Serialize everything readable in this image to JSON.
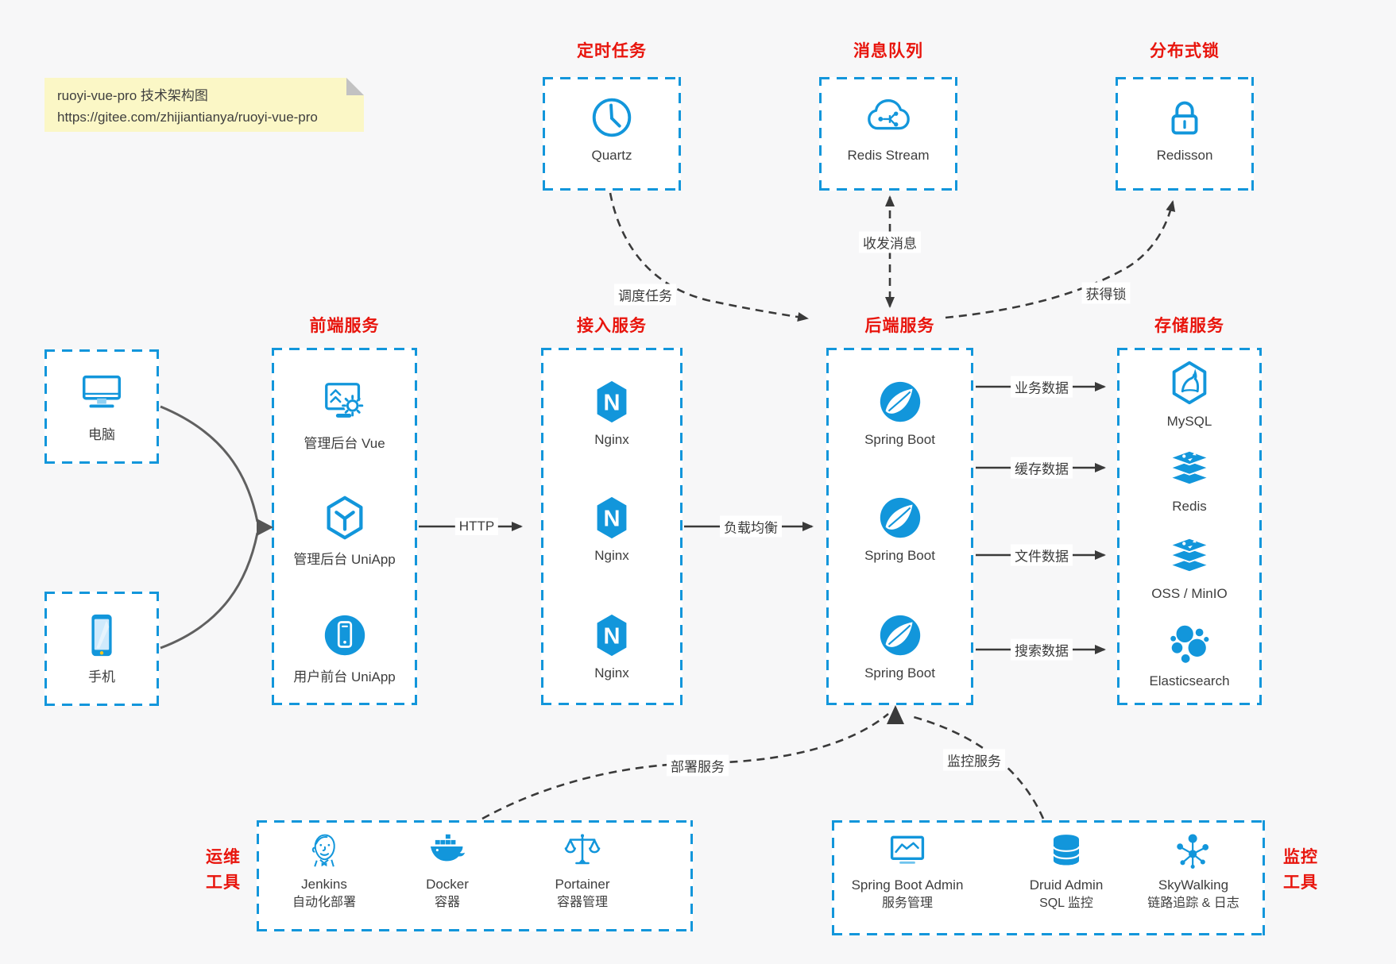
{
  "note": {
    "line1": "ruoyi-vue-pro 技术架构图",
    "line2": "https://gitee.com/zhijiantianya/ruoyi-vue-pro"
  },
  "clients": [
    {
      "label": "电脑",
      "icon": "desktop-icon"
    },
    {
      "label": "手机",
      "icon": "smartphone-icon"
    }
  ],
  "top_groups": [
    {
      "title": "定时任务",
      "label": "Quartz",
      "icon": "clock-icon"
    },
    {
      "title": "消息队列",
      "label": "Redis Stream",
      "icon": "cloud-stream-icon"
    },
    {
      "title": "分布式锁",
      "label": "Redisson",
      "icon": "lock-icon"
    }
  ],
  "columns": [
    {
      "title": "前端服务",
      "items": [
        {
          "label": "管理后台 Vue",
          "icon": "admin-vue-icon"
        },
        {
          "label": "管理后台 UniApp",
          "icon": "uniapp-cube-icon"
        },
        {
          "label": "用户前台 UniApp",
          "icon": "user-app-icon"
        }
      ]
    },
    {
      "title": "接入服务",
      "items": [
        {
          "label": "Nginx",
          "icon": "nginx-icon"
        },
        {
          "label": "Nginx",
          "icon": "nginx-icon"
        },
        {
          "label": "Nginx",
          "icon": "nginx-icon"
        }
      ]
    },
    {
      "title": "后端服务",
      "items": [
        {
          "label": "Spring Boot",
          "icon": "spring-boot-icon"
        },
        {
          "label": "Spring Boot",
          "icon": "spring-boot-icon"
        },
        {
          "label": "Spring Boot",
          "icon": "spring-boot-icon"
        }
      ]
    },
    {
      "title": "存储服务",
      "items": [
        {
          "label": "MySQL",
          "icon": "mysql-icon"
        },
        {
          "label": "Redis",
          "icon": "redis-stack-icon"
        },
        {
          "label": "OSS / MinIO",
          "icon": "redis-stack-icon"
        },
        {
          "label": "Elasticsearch",
          "icon": "elasticsearch-icon"
        }
      ]
    }
  ],
  "bottom_groups": [
    {
      "side_line1": "运维",
      "side_line2": "工具",
      "items": [
        {
          "name": "Jenkins",
          "sub": "自动化部署",
          "icon": "jenkins-icon"
        },
        {
          "name": "Docker",
          "sub": "容器",
          "icon": "docker-whale-icon"
        },
        {
          "name": "Portainer",
          "sub": "容器管理",
          "icon": "scales-icon"
        }
      ]
    },
    {
      "side_line1": "监控",
      "side_line2": "工具",
      "items": [
        {
          "name": "Spring Boot Admin",
          "sub": "服务管理",
          "icon": "monitor-chart-icon"
        },
        {
          "name": "Druid Admin",
          "sub": "SQL 监控",
          "icon": "database-icon"
        },
        {
          "name": "SkyWalking",
          "sub": "链路追踪 & 日志",
          "icon": "topology-icon"
        }
      ]
    }
  ],
  "edge_labels": {
    "http": "HTTP",
    "load_balance": "负载均衡",
    "schedule": "调度任务",
    "messages": "收发消息",
    "acquire_lock": "获得锁",
    "business_data": "业务数据",
    "cache_data": "缓存数据",
    "file_data": "文件数据",
    "search_data": "搜索数据",
    "deploy": "部署服务",
    "monitor": "监控服务"
  },
  "colors": {
    "accent_blue": "#1296db",
    "title_red": "#e8150d",
    "wire_dark": "#3a3a3a",
    "note_bg": "#fbf7c6",
    "canvas_bg": "#f7f7f8"
  }
}
